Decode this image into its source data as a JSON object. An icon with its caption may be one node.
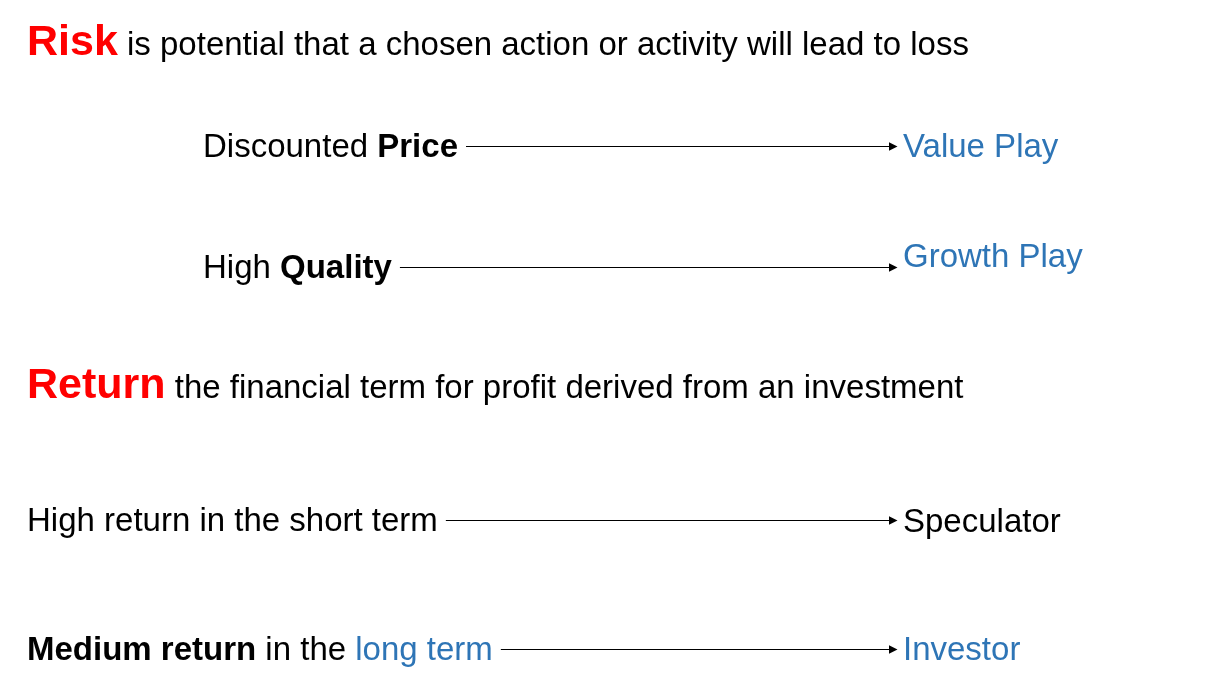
{
  "diagram": {
    "nodes": [
      {
        "text": [
          "Discounted **Price**"
        ]
      },
      {
        "text": [
          "Value Play"
        ]
      },
      {
        "text": [
          "High **Quality**"
        ]
      },
      {
        "text": [
          "Growth Play"
        ]
      },
      {
        "text": [
          "High return in the short term"
        ]
      },
      {
        "text": [
          "Speculator"
        ]
      },
      {
        "text": [
          "**Medium return** in the",
          "long term"
        ]
      },
      {
        "text": [
          "Investor"
        ]
      }
    ],
    "edges": [
      {
        "from": 0,
        "to": 1,
        "arrow": "to"
      },
      {
        "from": 2,
        "to": 3,
        "arrow": "to"
      },
      {
        "from": 4,
        "to": 5,
        "arrow": "to"
      },
      {
        "from": 6,
        "to": 7,
        "arrow": "to"
      }
    ],
    "labels": [
      "**Risk** is potential that a chosen action or activity will lead to loss",
      "**Return** the financial term for profit derived from an investment"
    ]
  }
}
